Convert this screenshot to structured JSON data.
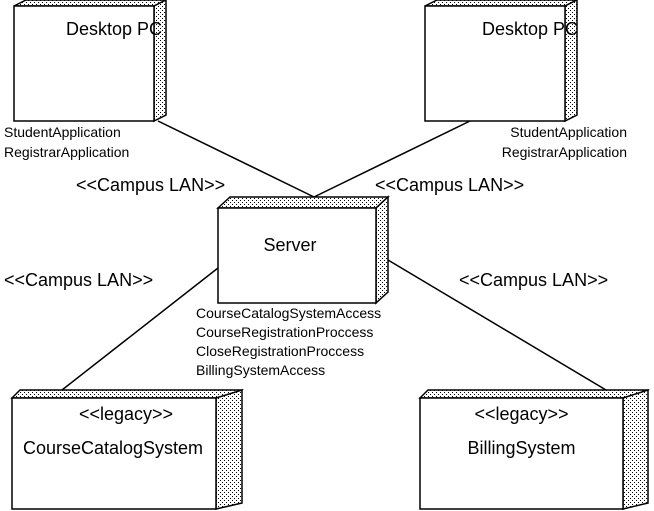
{
  "nodes": {
    "desktop_left": {
      "title": "Desktop PC",
      "artifacts": [
        "StudentApplication",
        "RegistrarApplication"
      ]
    },
    "desktop_right": {
      "title": "Desktop PC",
      "artifacts": [
        "StudentApplication",
        "RegistrarApplication"
      ]
    },
    "server": {
      "title": "Server",
      "artifacts": [
        "CourseCatalogSystemAccess",
        "CourseRegistrationProccess",
        "CloseRegistrationProccess",
        "BillingSystemAccess"
      ]
    },
    "course_catalog": {
      "stereotype": "<<legacy>>",
      "title": "CourseCatalogSystem"
    },
    "billing": {
      "stereotype": "<<legacy>>",
      "title": "BillingSystem"
    }
  },
  "links": {
    "lan_top_left": "<<Campus LAN>>",
    "lan_top_right": "<<Campus LAN>>",
    "lan_bottom_left": "<<Campus LAN>>",
    "lan_bottom_right": "<<Campus LAN>>"
  }
}
